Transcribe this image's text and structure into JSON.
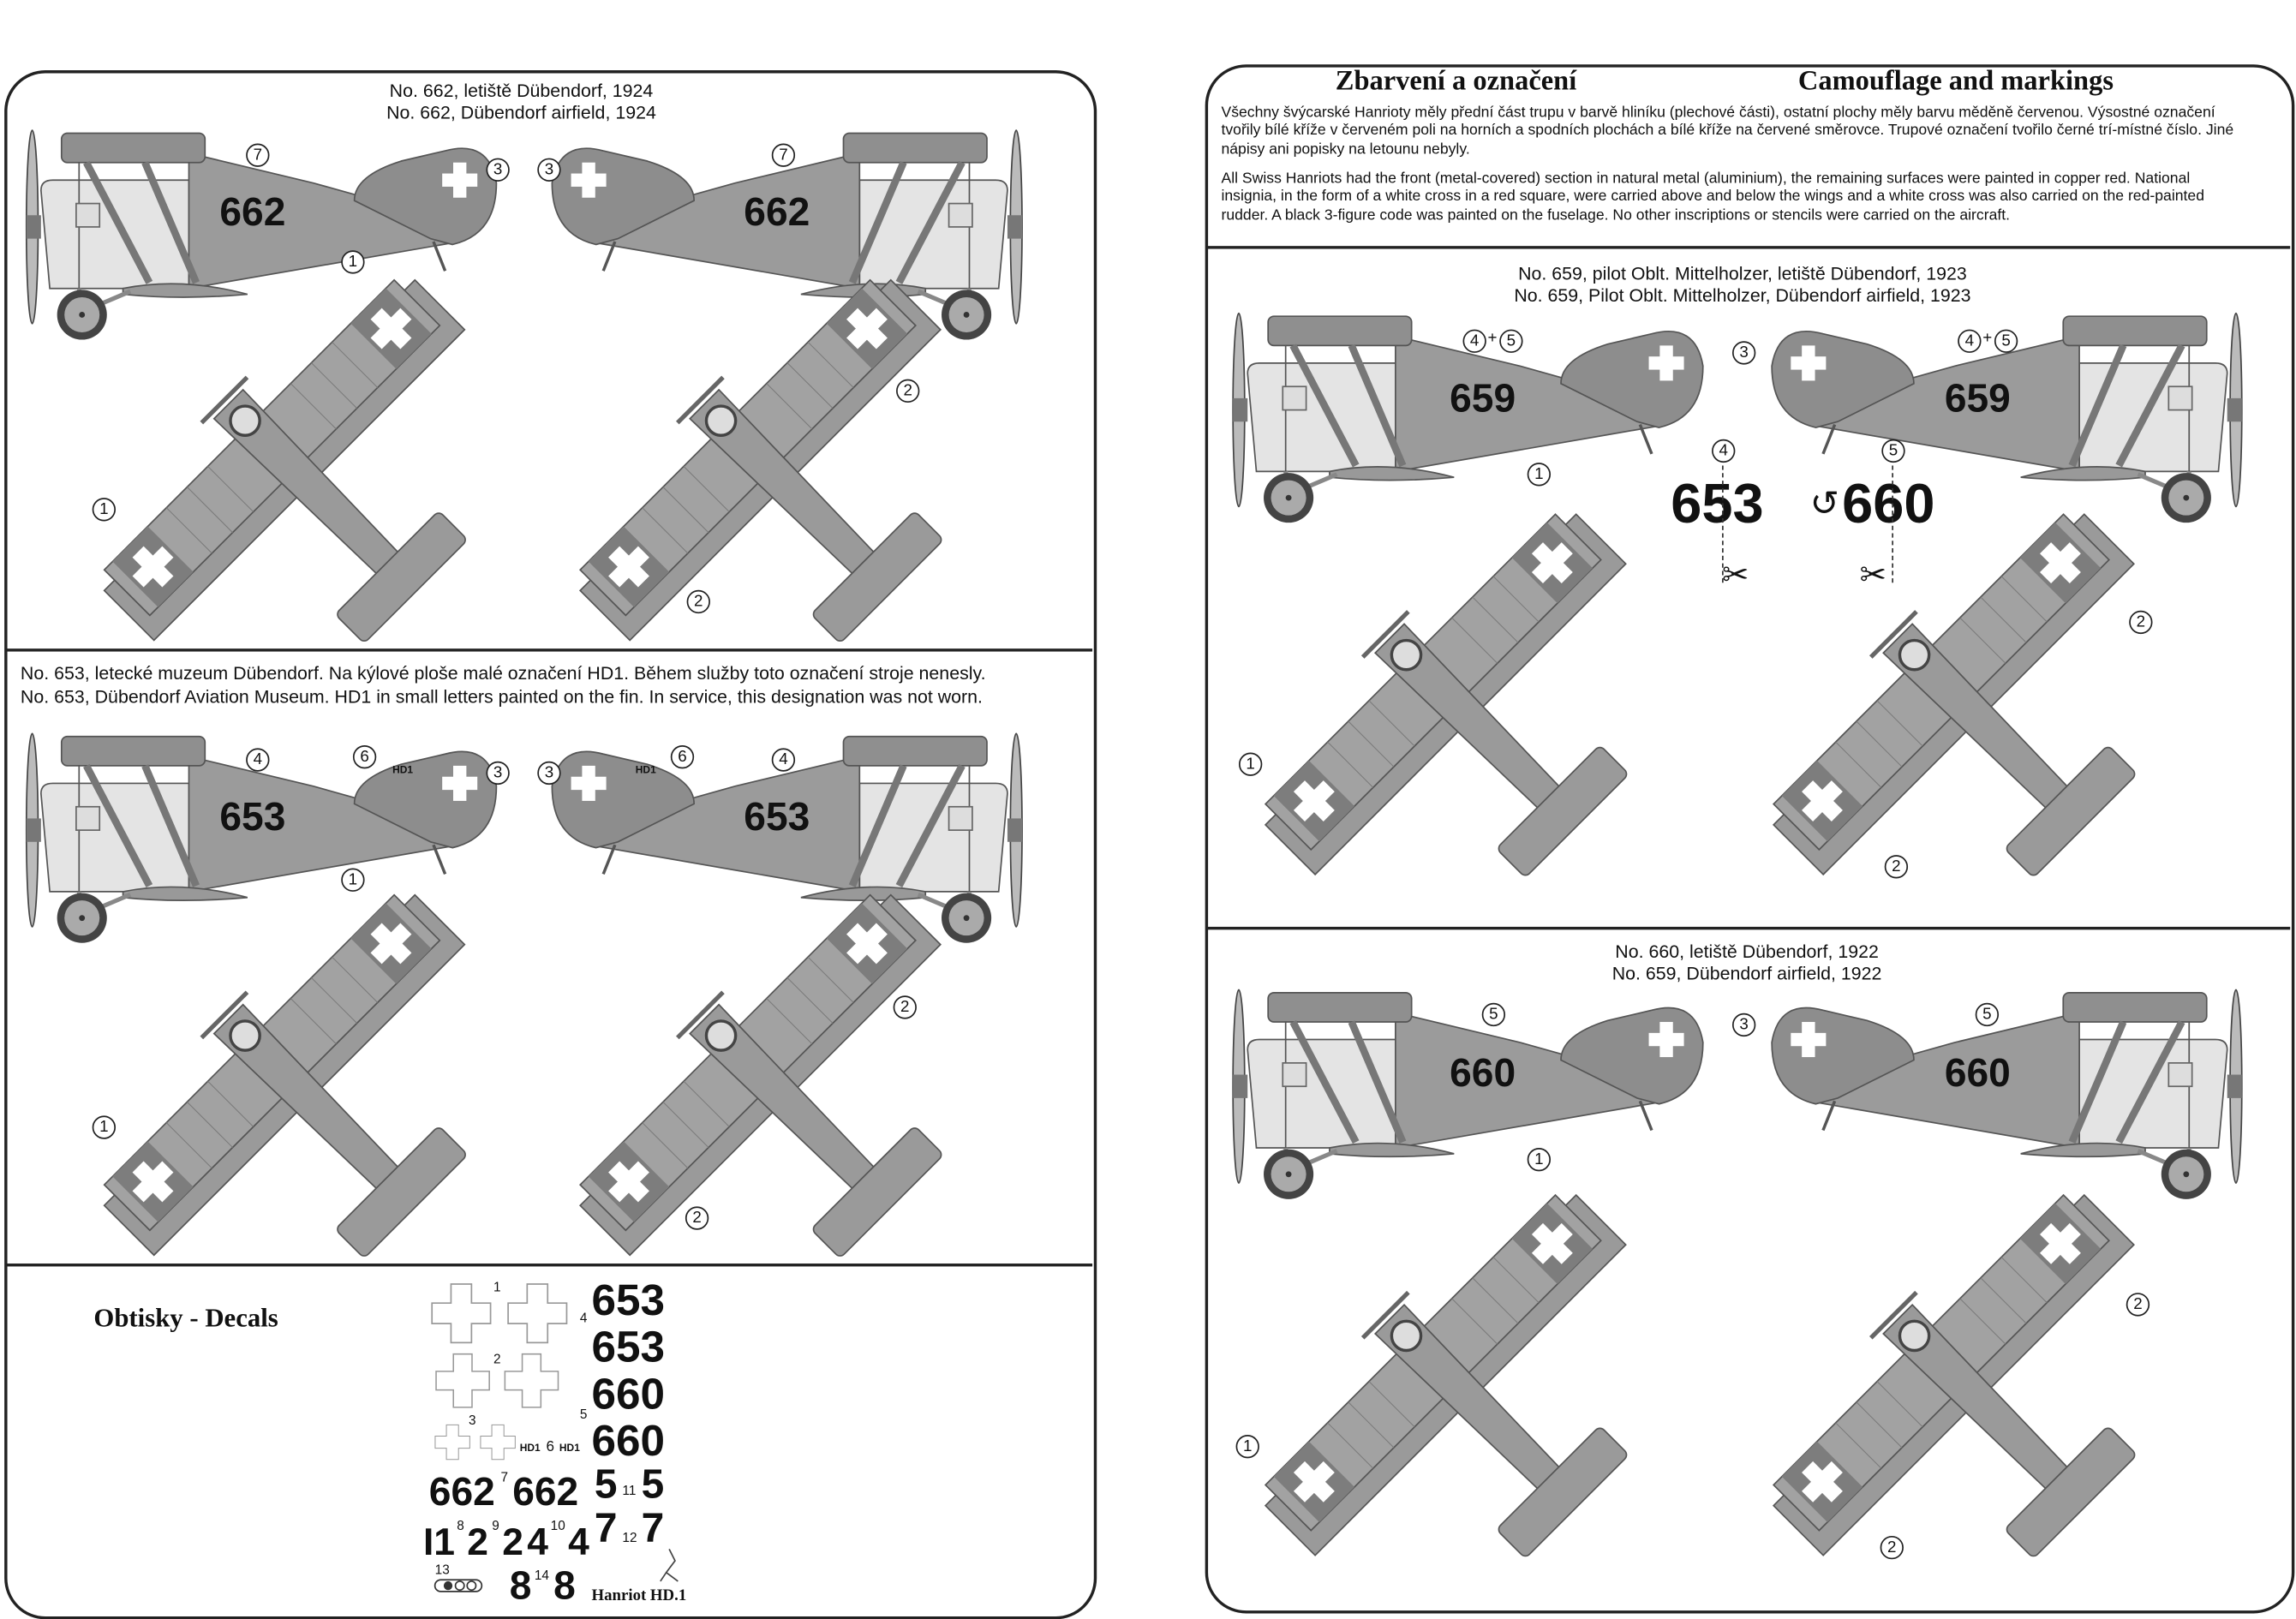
{
  "header": {
    "title_cz": "Zbarvení a označení",
    "title_en": "Camouflage and markings",
    "text_cz": "Všechny švýcarské Hanrioty měly přední část trupu v barvě hliníku (plechové části), ostatní plochy měly barvu měděně červenou. Výsostné označení tvořily bílé kříže v červeném poli na horních a spodních plochách a bílé kříže na červené směrovce. Trupové označení tvořilo černé trí-místné číslo. Jiné nápisy ani popisky na letounu nebyly.",
    "text_en": "All Swiss Hanriots had the front (metal-covered) section in natural metal (aluminium), the remaining surfaces were painted in copper red. National insignia, in the form of a white cross in a red square, were carried above and below the wings and a white cross was also carried on the red-painted rudder. A black 3-figure code was painted on the fuselage. No other inscriptions or stencils were carried on the aircraft."
  },
  "sections": [
    {
      "caption_cz": "No. 662, letiště Dübendorf, 1924",
      "caption_en": "No. 662, Dübendorf airfield, 1924",
      "code": "662",
      "fuse_callout": "7",
      "rudder_callout": "3",
      "upper_callout": "1",
      "lower_callout": "2"
    },
    {
      "caption_cz": "No. 653, letecké muzeum Dübendorf. Na kýlové ploše malé označení HD1. Během služby toto označení stroje nenesly.",
      "caption_en": "No. 653, Dübendorf Aviation Museum. HD1 in small letters painted on the fin. In service, this designation was not worn.",
      "code": "653",
      "fuse_callout": "4",
      "fin_callout": "6",
      "fin_text": "HD1",
      "rudder_callout": "3",
      "upper_callout": "1",
      "lower_callout": "2"
    },
    {
      "caption_cz": "No. 659, pilot Oblt. Mittelholzer, letiště Dübendorf, 1923",
      "caption_en": "No. 659, Pilot Oblt. Mittelholzer, Dübendorf airfield, 1923",
      "code": "659",
      "fuse_callout_a": "4",
      "plus": "+",
      "fuse_callout_b": "5",
      "rudder_callout": "3",
      "upper_callout": "1",
      "lower_callout": "2",
      "cut_a": {
        "callout": "4",
        "text": "653"
      },
      "cut_b": {
        "callout": "5",
        "text": "660"
      }
    },
    {
      "caption_cz": "No. 660, letiště Dübendorf, 1922",
      "caption_en": "No. 659, Dübendorf airfield, 1922",
      "code": "660",
      "fuse_callout": "5",
      "rudder_callout": "3",
      "upper_callout": "1",
      "lower_callout": "2"
    }
  ],
  "decals": {
    "title": "Obtisky - Decals",
    "product": "Hanriot HD.1",
    "labels": [
      "1",
      "2",
      "3",
      "4",
      "5",
      "6",
      "7",
      "8",
      "9",
      "10",
      "11",
      "12",
      "13",
      "14"
    ],
    "n653": "653",
    "n660": "660",
    "n662": "662",
    "hd1": "HD1",
    "d5": "5",
    "d7": "7",
    "d1": "I1",
    "d2": "2",
    "d4": "4",
    "d8": "8"
  },
  "colors": {
    "metal": "#e4e4e4",
    "copper_red": "#9b9b9b",
    "dark": "#7d7d7d"
  }
}
